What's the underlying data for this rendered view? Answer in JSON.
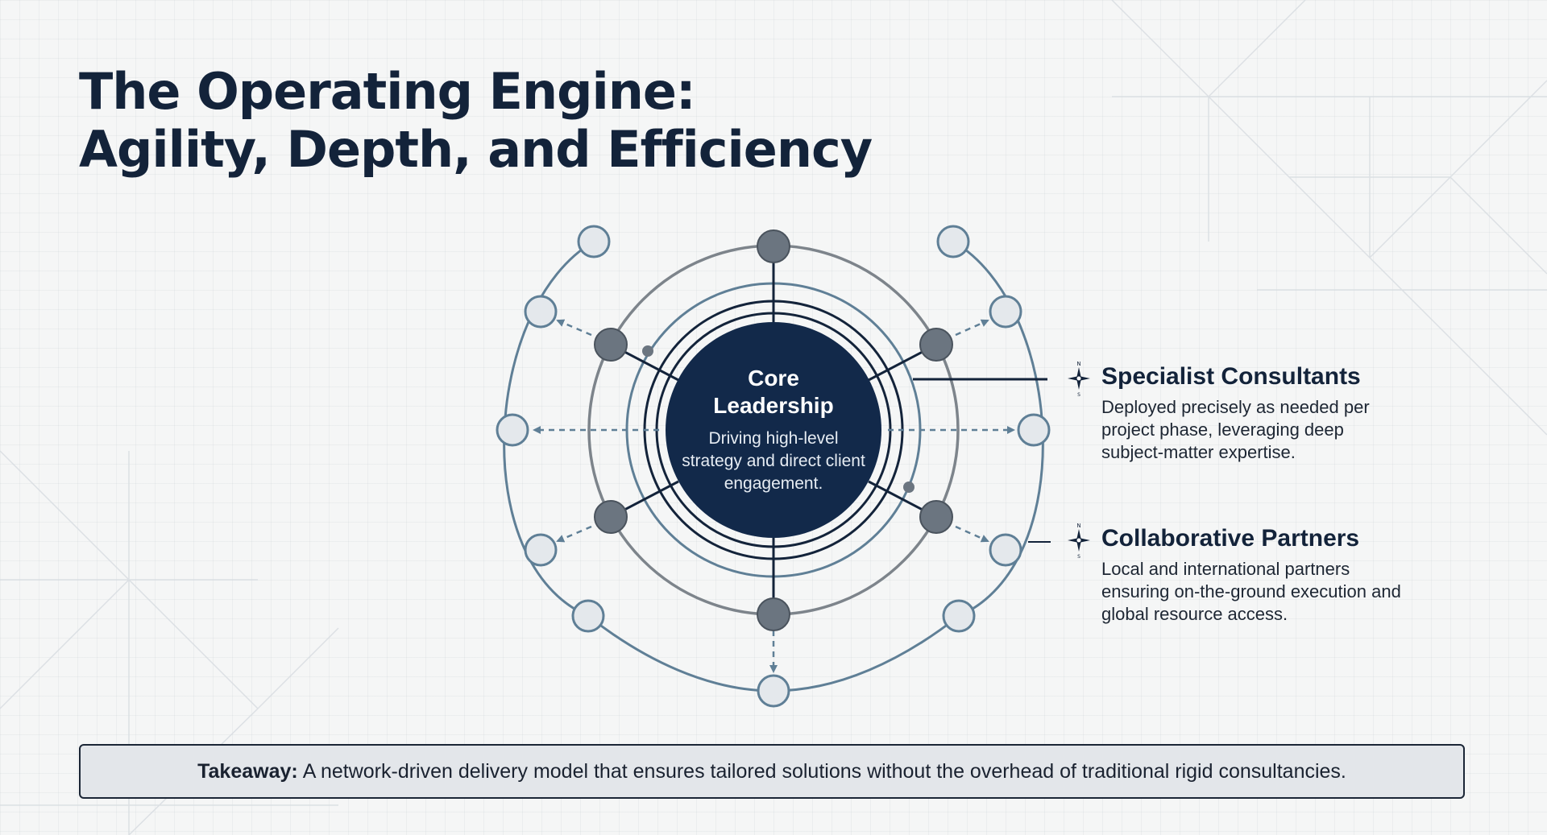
{
  "title": {
    "line1": "The Operating Engine:",
    "line2": "Agility, Depth, and Efficiency"
  },
  "core": {
    "title_line1": "Core",
    "title_line2": "Leadership",
    "description": "Driving high-level strategy and direct client engagement."
  },
  "specialists": {
    "title": "Specialist Consultants",
    "description": "Deployed precisely as needed per project phase, leveraging deep subject-matter expertise."
  },
  "partners": {
    "title": "Collaborative Partners",
    "description": "Local and international partners ensuring on-the-ground execution and global resource access."
  },
  "takeaway": {
    "label": "Takeaway:",
    "text": "A network-driven delivery model that ensures tailored solutions without the overhead of traditional rigid consultancies."
  },
  "colors": {
    "navy": "#13233a",
    "core_fill": "#12294a",
    "node_gray": "#6b7580",
    "ring_blue": "#5f7f96",
    "ring_gray": "#7d848b",
    "outer_node_fill": "#e4e8ec"
  },
  "icons": {
    "compass": "compass-rose-icon"
  }
}
